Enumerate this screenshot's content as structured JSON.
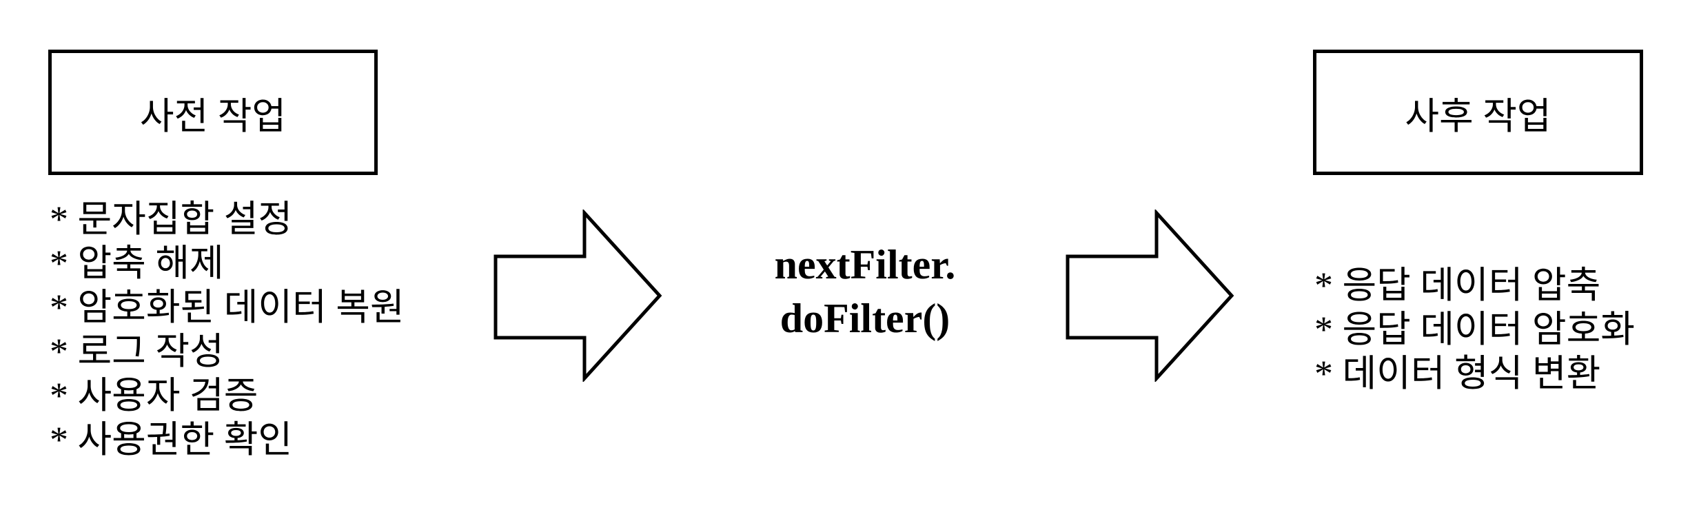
{
  "pre_process": {
    "title": "사전 작업",
    "items": [
      "* 문자집합 설정",
      "* 압축 해제",
      "* 암호화된 데이터 복원",
      "* 로그 작성",
      "* 사용자 검증",
      "* 사용권한 확인"
    ]
  },
  "center": {
    "line1": "nextFilter.",
    "line2": "doFilter()"
  },
  "post_process": {
    "title": "사후 작업",
    "items": [
      "* 응답 데이터 압축",
      "* 응답 데이터 암호화",
      "* 데이터 형식 변환"
    ]
  },
  "colors": {
    "stroke": "#000000",
    "fill": "#ffffff",
    "text": "#000000"
  }
}
